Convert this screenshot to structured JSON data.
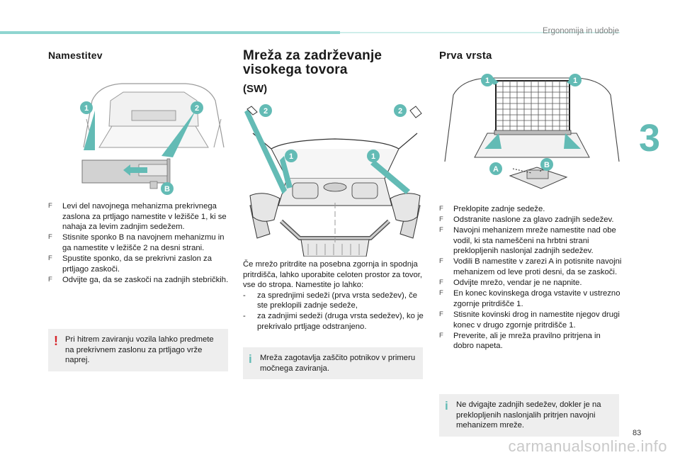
{
  "header": {
    "section_title": "Ergonomija in udobje",
    "chapter_number": "3",
    "page_number": "83",
    "watermark": "carmanualsonline.info"
  },
  "colors": {
    "accent": "#63bbb5",
    "warning": "#d6242a",
    "note_bg": "#eeeeee"
  },
  "col1": {
    "title": "Namestitev",
    "callouts": {
      "c1": "1",
      "c2": "2",
      "cB": "B"
    },
    "bullets": [
      {
        "text": "Levi del navojnega mehanizma prekrivnega zaslona za prtljago namestite v ležišče 1, ki se nahaja za levim zadnjim sedežem."
      },
      {
        "text": "Stisnite sponko B na navojnem mehanizmu in ga namestite v ležišče 2 na desni strani."
      },
      {
        "text": "Spustite sponko, da se prekrivni zaslon za prtljago zaskoči."
      },
      {
        "text": "Odvijte ga, da se zaskoči na zadnjih stebričkih."
      }
    ],
    "warning": "Pri hitrem zaviranju vozila lahko predmete na prekrivnem zaslonu za prtljago vrže naprej."
  },
  "col2": {
    "title_line1": "Mreža za zadrževanje",
    "title_line2": "visokega tovora",
    "subtitle": "(SW)",
    "callouts": {
      "c1a": "1",
      "c1b": "1",
      "c2a": "2",
      "c2b": "2"
    },
    "paragraph": "Če mrežo pritrdite na posebna zgornja in spodnja pritrdišča, lahko uporabite celoten prostor za tovor, vse do stropa. Namestite jo lahko:",
    "dashes": [
      "za sprednjimi sedeži (prva vrsta sedežev), če ste preklopili zadnje sedeže,",
      "za zadnjimi sedeži (druga vrsta sedežev), ko je prekrivalo prtljage odstranjeno."
    ],
    "info": "Mreža zagotavlja zaščito potnikov v primeru močnega zaviranja."
  },
  "col3": {
    "title": "Prva vrsta",
    "callouts": {
      "c1a": "1",
      "c1b": "1",
      "cA": "A",
      "cB": "B"
    },
    "bullets": [
      {
        "text": "Preklopite zadnje sedeže."
      },
      {
        "text": "Odstranite naslone za glavo zadnjih sedežev."
      },
      {
        "text": "Navojni mehanizem mreže namestite nad obe vodil, ki sta nameščeni na hrbtni strani preklopljenih naslonjal zadnjih sedežev."
      },
      {
        "text": "Vodili B namestite v zarezi A in potisnite navojni mehanizem od leve proti desni, da se zaskoči."
      },
      {
        "text": "Odvijte mrežo, vendar je ne napnite."
      },
      {
        "text": "En konec kovinskega droga vstavite v ustrezno zgornje pritrdišče 1."
      },
      {
        "text": "Stisnite kovinski drog in namestite njegov drugi konec v drugo zgornje pritrdišče 1."
      },
      {
        "text": "Preverite, ali je mreža pravilno pritrjena in dobro napeta."
      }
    ],
    "info": "Ne dvigajte zadnjih sedežev, dokler je na preklopljenih naslonjalih pritrjen navojni mehanizem mreže."
  },
  "bullet_marker": "F",
  "dash_marker": "-"
}
